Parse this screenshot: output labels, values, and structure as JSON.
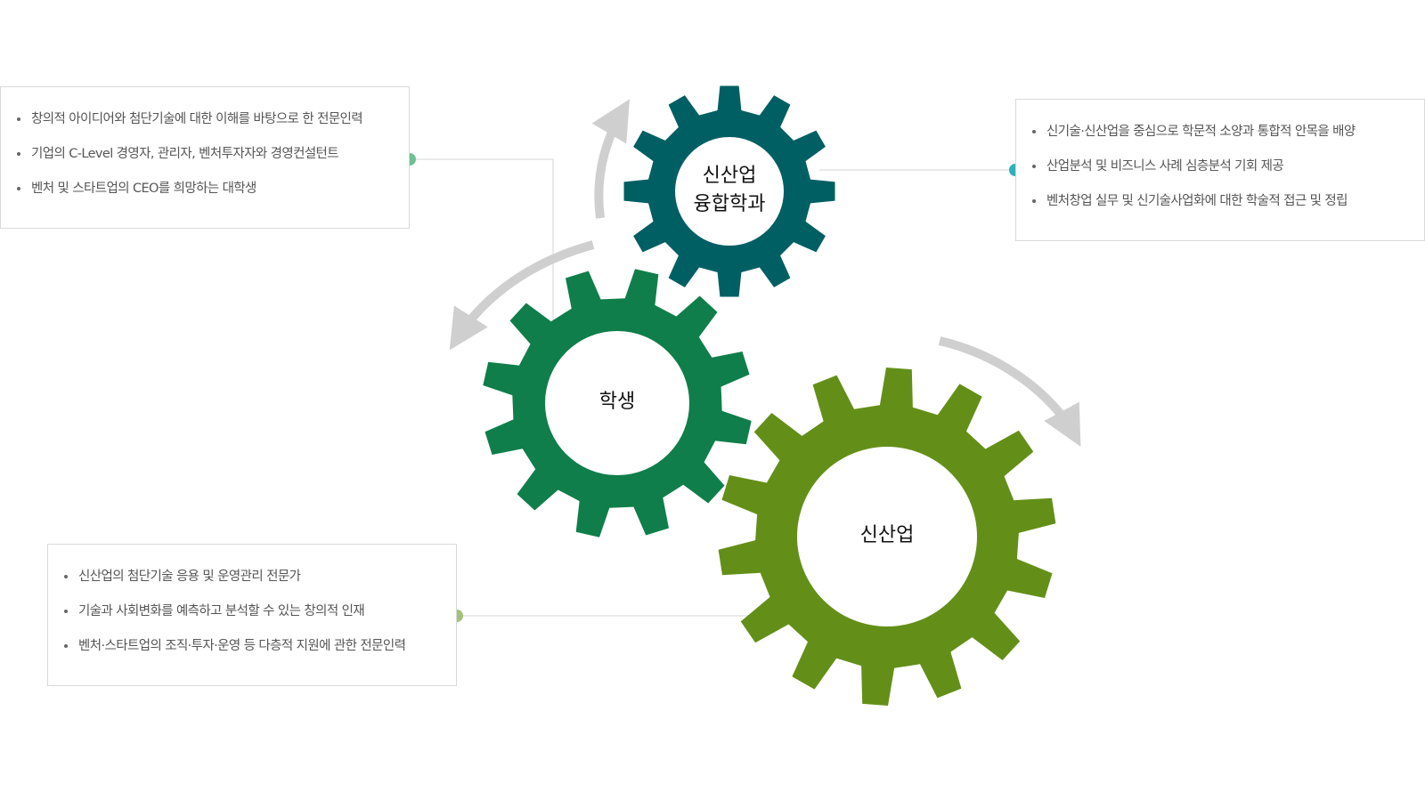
{
  "colors": {
    "gear_academic": "#005f63",
    "gear_student": "#107e4a",
    "gear_industry": "#638f18",
    "arrow": "#cfcfcf",
    "connector_line": "#d4d4d4",
    "dot_green": "#6cc193",
    "dot_teal": "#2fb1b8",
    "dot_olive": "#a2c27a"
  },
  "gears": {
    "academic": {
      "label_line1": "신산업",
      "label_line2": "융합학과"
    },
    "student": {
      "label": "학생"
    },
    "industry": {
      "label": "신산업"
    }
  },
  "boxes": {
    "top_left": {
      "items": [
        "창의적 아이디어와 첨단기술에 대한 이해를 바탕으로 한 전문인력",
        "기업의 C-Level 경영자, 관리자, 벤처투자자와 경영컨설턴트",
        "벤처 및 스타트업의 CEO를 희망하는 대학생"
      ]
    },
    "top_right": {
      "items": [
        "신기술·신산업을 중심으로 학문적 소양과 통합적 안목을 배양",
        "산업분석 및 비즈니스 사례 심층분석 기회 제공",
        "벤처창업 실무 및 신기술사업화에 대한 학술적 접근 및 정립"
      ]
    },
    "bottom_left": {
      "items": [
        "신산업의 첨단기술 응용 및 운영관리 전문가",
        "기술과 사회변화를 예측하고 분석할 수 있는 창의적 인재",
        "벤처·스타트업의 조직·투자·운영 등 다층적 지원에 관한 전문인력"
      ]
    }
  }
}
